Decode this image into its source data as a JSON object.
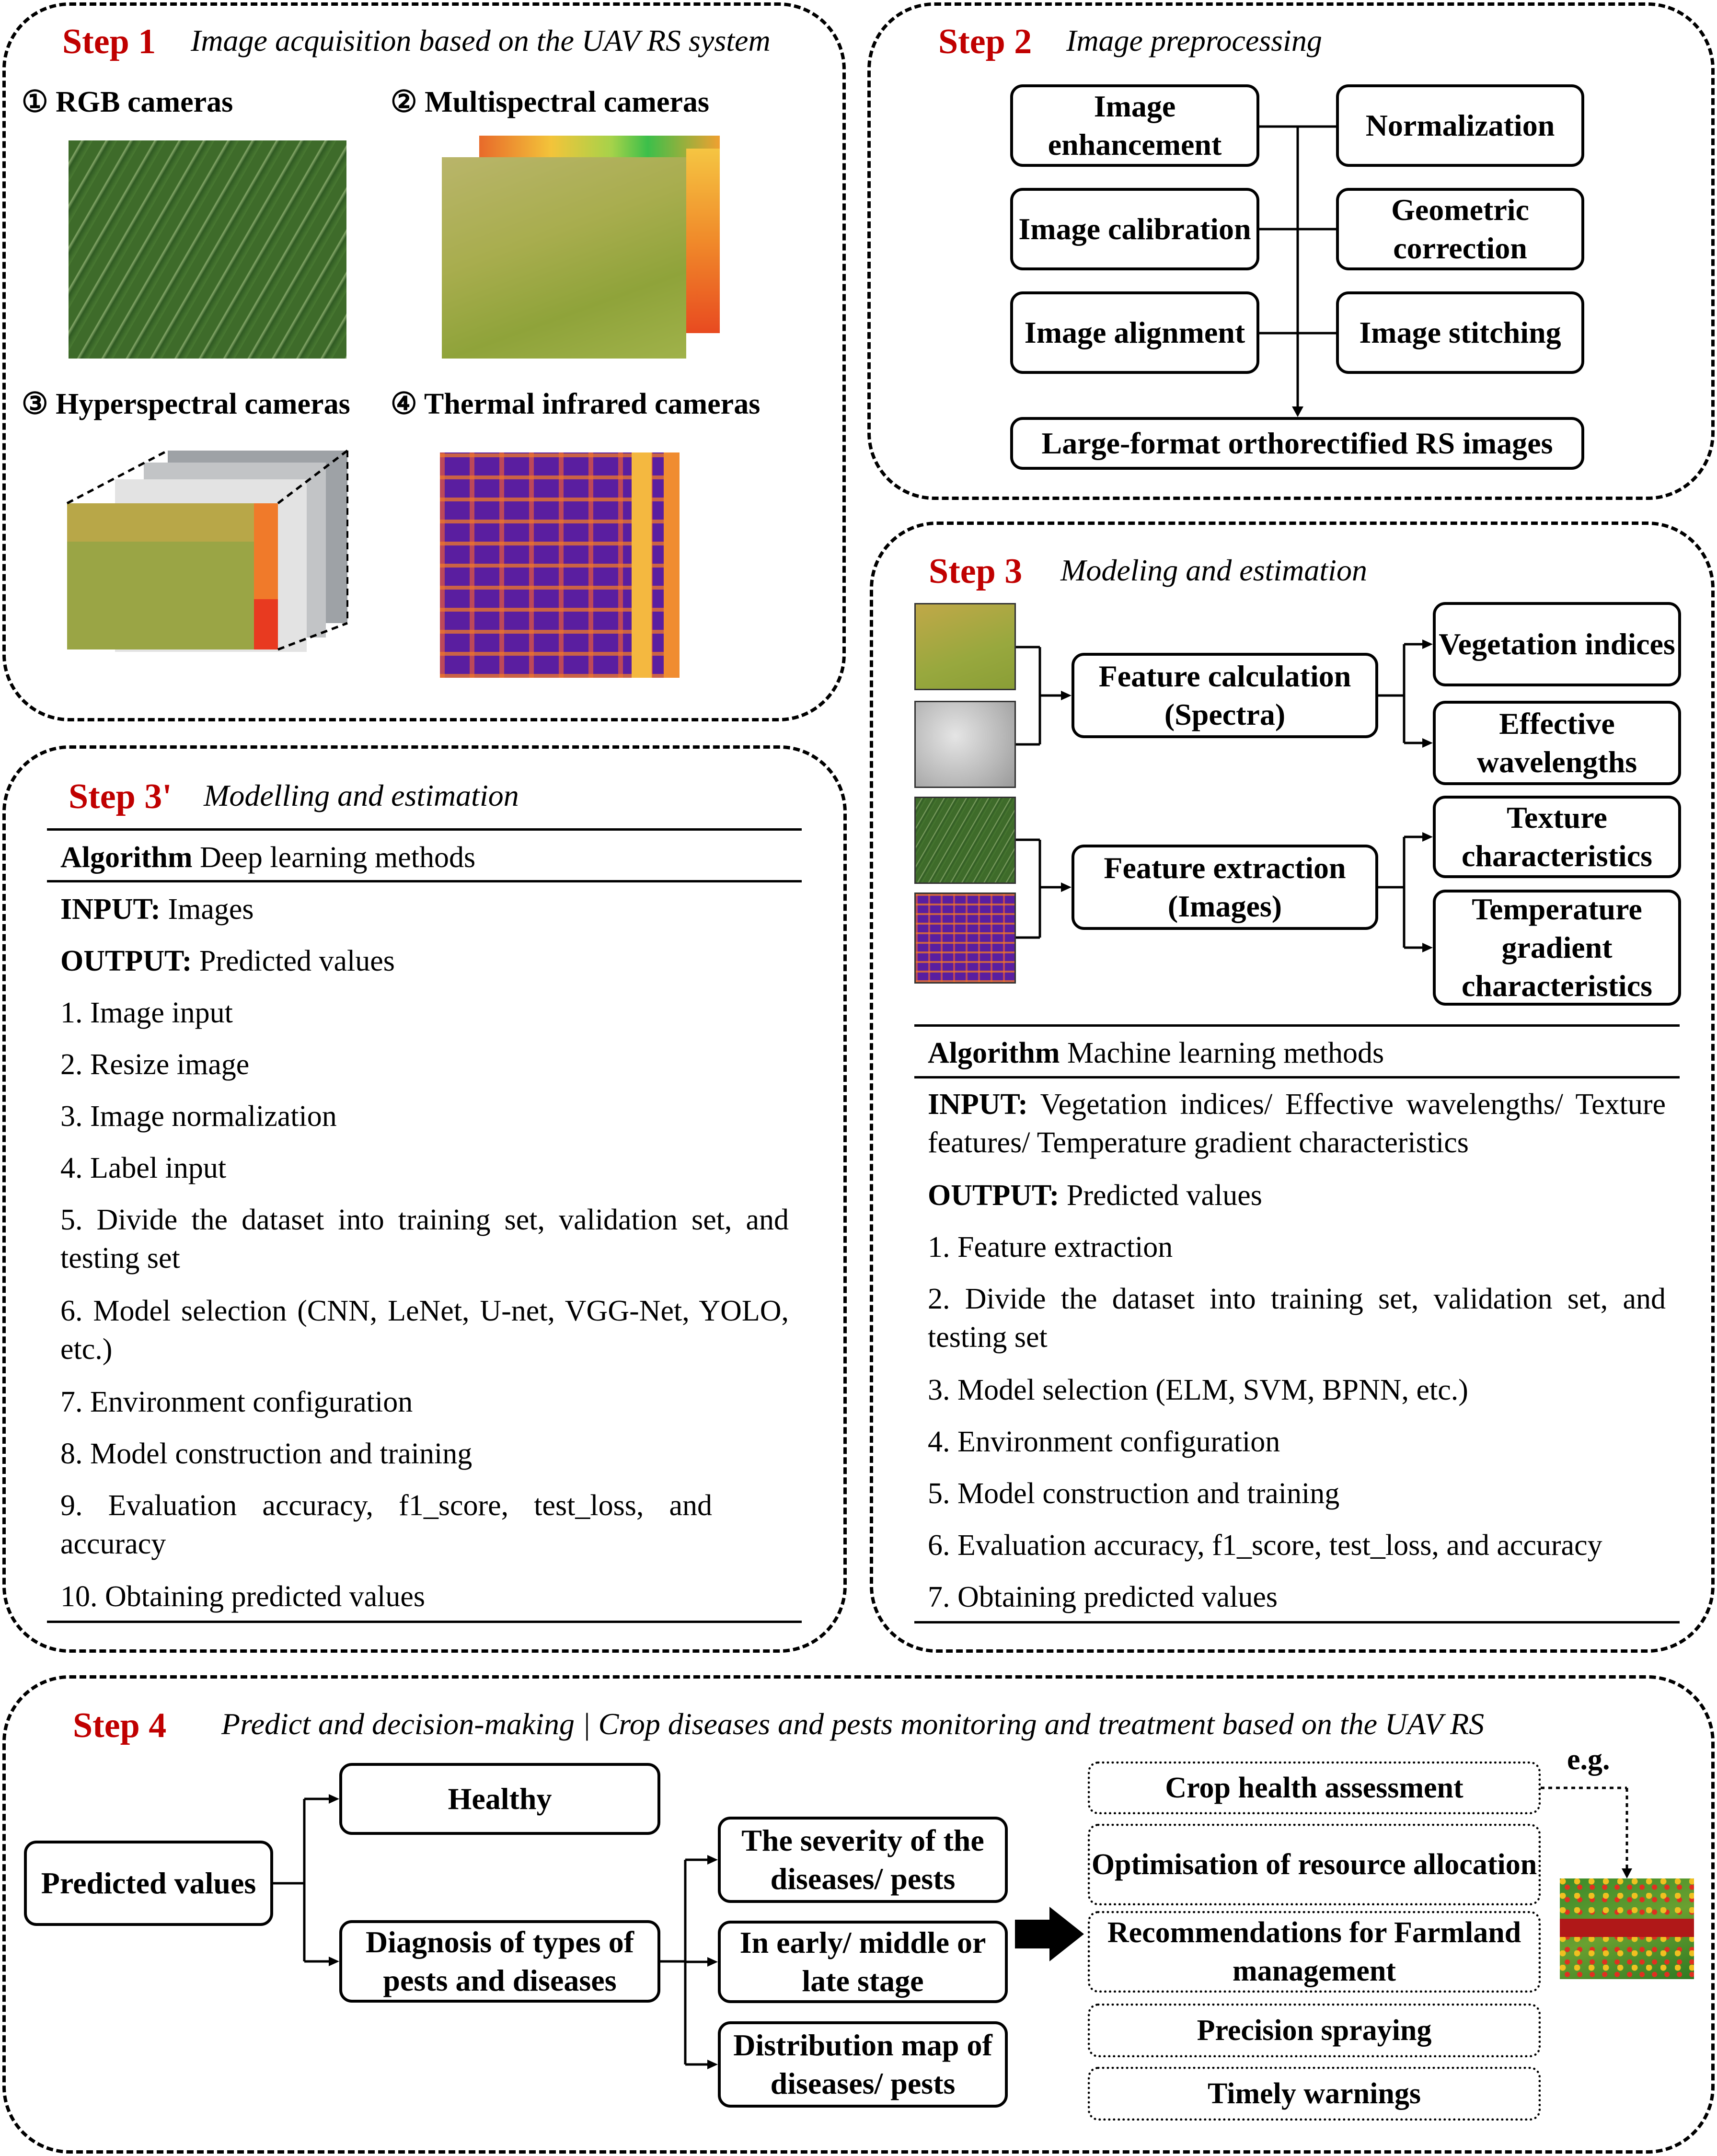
{
  "step1": {
    "label": "Step 1",
    "title": "Image acquisition based on the UAV RS system",
    "cameras": [
      {
        "num": "①",
        "name": "RGB cameras"
      },
      {
        "num": "②",
        "name": "Multispectral cameras"
      },
      {
        "num": "③",
        "name": "Hyperspectral cameras"
      },
      {
        "num": "④",
        "name": "Thermal  infrared cameras"
      }
    ]
  },
  "step2": {
    "label": "Step 2",
    "title": "Image preprocessing",
    "boxes": [
      "Image enhancement",
      "Normalization",
      "Image calibration",
      "Geometric correction",
      "Image alignment",
      "Image stitching"
    ],
    "output": "Large-format orthorectified RS images"
  },
  "step3": {
    "label": "Step 3",
    "title": "Modeling and estimation",
    "feature_calc": [
      "Feature calculation",
      "(Spectra)"
    ],
    "feature_ext": [
      "Feature extraction",
      "(Images)"
    ],
    "outputs": [
      "Vegetation indices",
      "Effective wavelengths",
      "Texture characteristics",
      "Temperature gradient characteristics"
    ],
    "algorithm_label": "Algorithm",
    "algorithm_name": "Machine learning methods",
    "input_label": "INPUT:",
    "input_text": "Vegetation indices/ Effective wavelengths/ Texture features/ Temperature gradient characteristics",
    "output_label": "OUTPUT:",
    "output_text": "Predicted values",
    "steps": [
      "1. Feature extraction",
      "2. Divide the dataset into training set, validation set, and testing set",
      "3. Model selection (ELM, SVM, BPNN, etc.)",
      "4. Environment configuration",
      "5. Model construction and training",
      "6. Evaluation accuracy, f1_score, test_loss, and accuracy",
      "7. Obtaining predicted values"
    ]
  },
  "step3p": {
    "label": "Step 3'",
    "title": "Modelling and estimation",
    "algorithm_label": "Algorithm",
    "algorithm_name": "Deep learning methods",
    "input_label": "INPUT:",
    "input_text": "Images",
    "output_label": "OUTPUT:",
    "output_text": "Predicted values",
    "steps": [
      "1. Image input",
      "2. Resize image",
      "3. Image normalization",
      "4. Label input",
      "5. Divide the dataset into training set, validation set, and testing set",
      "6. Model selection (CNN, LeNet, U-net, VGG-Net, YOLO, etc.)",
      "7. Environment configuration",
      "8. Model construction and training",
      "9. Evaluation accuracy, f1_score, test_loss, and accuracy",
      "10. Obtaining predicted values"
    ]
  },
  "step4": {
    "label": "Step 4",
    "title": "Predict and decision-making | Crop diseases and pests monitoring and treatment based on the UAV RS",
    "predicted": "Predicted values",
    "healthy": "Healthy",
    "diagnosis": "Diagnosis of types of pests and diseases",
    "severity": "The severity of the diseases/ pests",
    "stage": "In early/ middle or late stage",
    "distribution": "Distribution map of diseases/ pests",
    "eg": "e.g.",
    "actions": [
      "Crop health assessment",
      "Optimisation of resource allocation",
      "Recommendations for Farmland management",
      "Precision spraying",
      "Timely warnings"
    ]
  }
}
